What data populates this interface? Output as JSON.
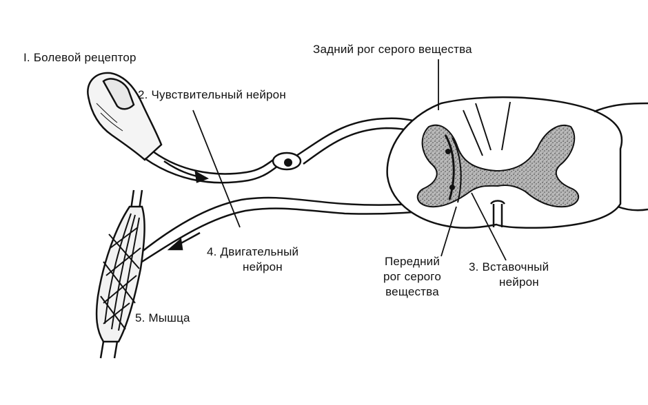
{
  "labels": {
    "pain_receptor": "I. Болевой рецептор",
    "sensory_neuron": "2. Чувствительный нейрон",
    "dorsal_horn": "Задний рог серого вещества",
    "motor_neuron_line1": "4. Двигательный",
    "motor_neuron_line2": "нейрон",
    "ventral_horn_line1": "Передний",
    "ventral_horn_line2": "рог серого",
    "ventral_horn_line3": "вещества",
    "interneuron_line1": "3. Вставочный",
    "interneuron_line2": "нейрон",
    "muscle": "5. Мышца"
  },
  "colors": {
    "ink": "#111111",
    "paper": "#ffffff",
    "gray_matter": "#9a9a9a"
  }
}
